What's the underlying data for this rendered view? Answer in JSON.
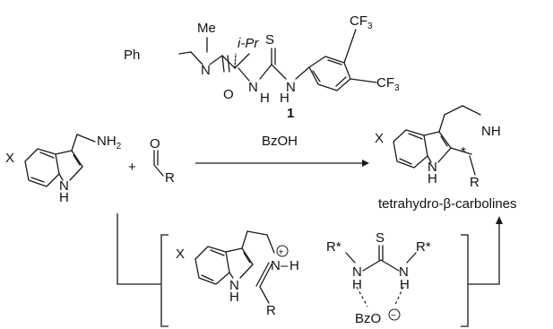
{
  "catalyst": {
    "number": "1",
    "labels": {
      "me": "Me",
      "ipr": "i-Pr",
      "s": "S",
      "ph": "Ph",
      "n": "N",
      "o": "O",
      "nh": "N",
      "h": "H",
      "cf": "CF",
      "three": "3"
    }
  },
  "reaction": {
    "reagent": "BzOH",
    "plus": "+",
    "x": "X",
    "nh2": "NH",
    "two": "2",
    "nh_indole_n": "N",
    "nh_indole_h": "H",
    "aldehyde_o": "O",
    "aldehyde_r": "R"
  },
  "product": {
    "x": "X",
    "nh": "NH",
    "n": "N",
    "h": "H",
    "r": "R",
    "star": "*",
    "name": "tetrahydro-β-carbolines"
  },
  "intermediate": {
    "x": "X",
    "iminium_n": "N",
    "iminium_h": "H",
    "dash": "–",
    "plus_charge": "+",
    "r": "R",
    "indole_n": "N",
    "indole_h": "H",
    "thiourea_s": "S",
    "rstar": "R*",
    "tn": "N",
    "th": "H",
    "bzo": "BzO",
    "minus": "−"
  }
}
